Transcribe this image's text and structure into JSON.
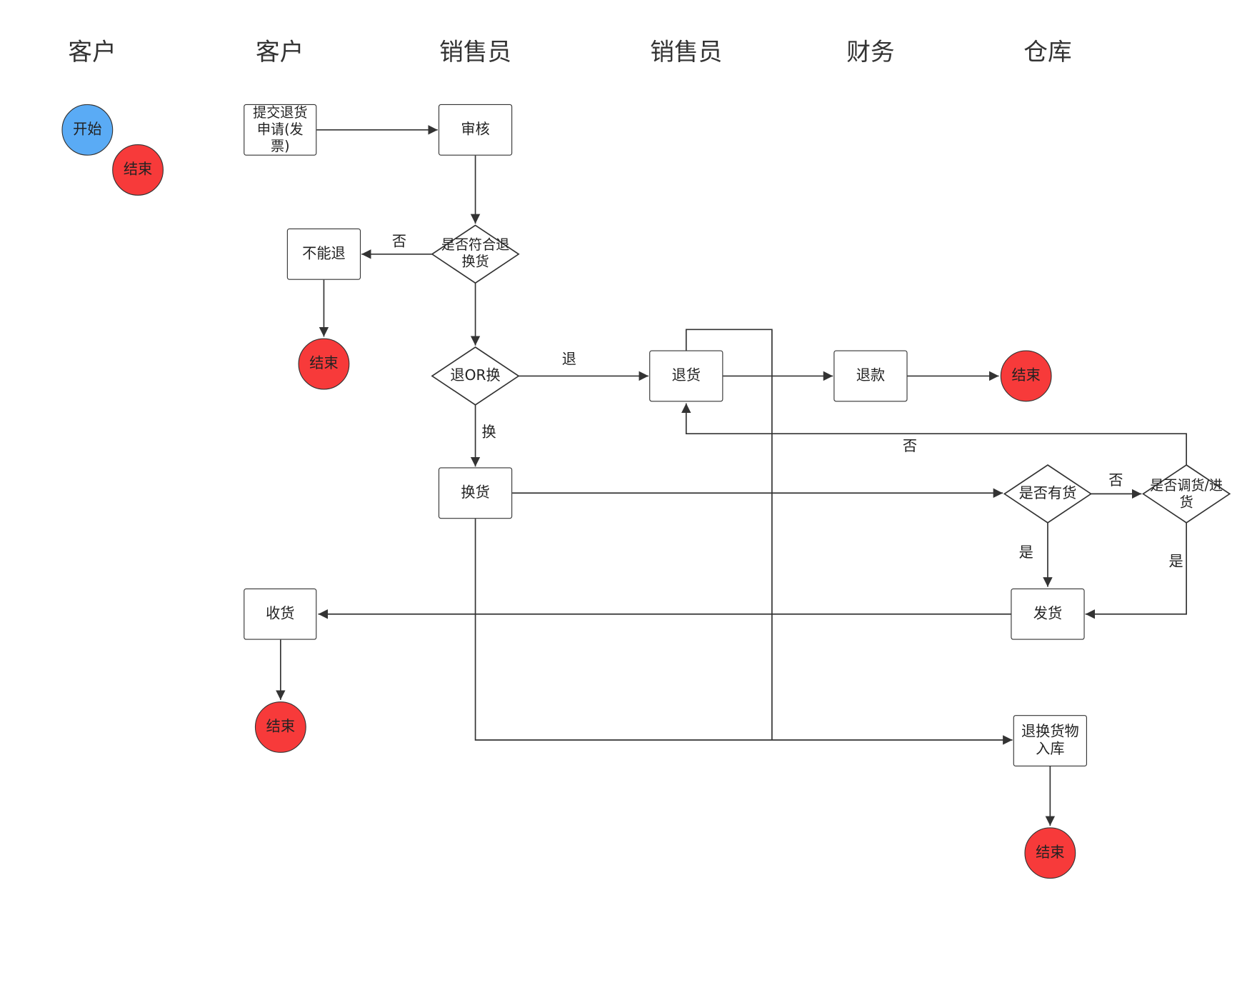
{
  "colors": {
    "stroke": "#333333",
    "start_fill": "#5aabf5",
    "end_fill": "#f73a3a",
    "box_fill": "#ffffff"
  },
  "lanes": [
    "客户",
    "客户",
    "销售员",
    "销售员",
    "财务",
    "仓库"
  ],
  "legend": {
    "start": "开始",
    "end": "结束"
  },
  "nodes": {
    "submit": "提交退货申请(发票)",
    "review": "审核",
    "eligible": "是否符合退换货",
    "cannot": "不能退",
    "end_cannot": "结束",
    "choice": "退OR换",
    "return_goods": "退货",
    "refund": "退款",
    "end_refund": "结束",
    "exchange": "换货",
    "in_stock": "是否有货",
    "transfer": "是否调货/进货",
    "ship": "发货",
    "receive": "收货",
    "end_receive": "结束",
    "warehouse_in": "退换货物入库",
    "end_warehouse": "结束"
  },
  "edge_labels": {
    "no_1": "否",
    "return": "退",
    "exchange": "换",
    "no_2": "否",
    "no_3": "否",
    "yes_1": "是",
    "yes_2": "是"
  }
}
